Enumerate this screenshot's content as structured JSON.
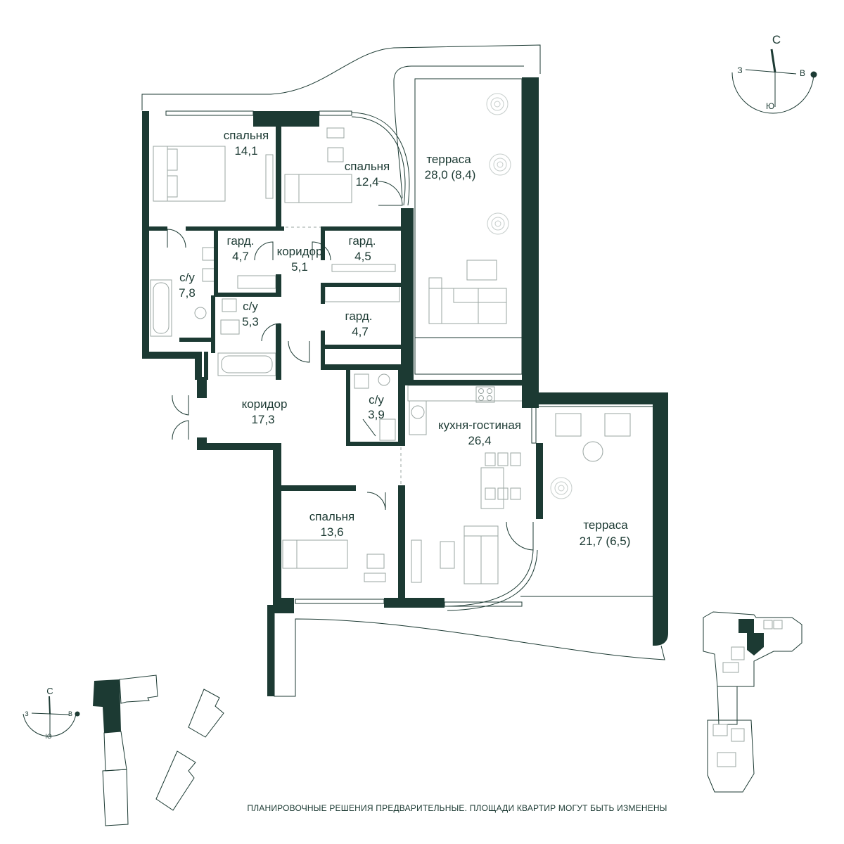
{
  "compass_main": {
    "north": "С",
    "west": "З",
    "east": "В",
    "south": "Ю"
  },
  "compass_small": {
    "north": "С",
    "west": "З",
    "east": "В",
    "south": "Ю"
  },
  "rooms": [
    {
      "id": "bedroom1",
      "name": "спальня",
      "area": "14,1"
    },
    {
      "id": "bedroom2",
      "name": "спальня",
      "area": "12,4"
    },
    {
      "id": "terrace1",
      "name": "терраса",
      "area": "28,0 (8,4)"
    },
    {
      "id": "wardrobe1",
      "name": "гард.",
      "area": "4,7"
    },
    {
      "id": "corridor1",
      "name": "коридор",
      "area": "5,1"
    },
    {
      "id": "wardrobe2",
      "name": "гард.",
      "area": "4,5"
    },
    {
      "id": "bath1",
      "name": "с/у",
      "area": "7,8"
    },
    {
      "id": "bath2",
      "name": "с/у",
      "area": "5,3"
    },
    {
      "id": "wardrobe3",
      "name": "гард.",
      "area": "4,7"
    },
    {
      "id": "corridor2",
      "name": "коридор",
      "area": "17,3"
    },
    {
      "id": "bath3",
      "name": "с/у",
      "area": "3,9"
    },
    {
      "id": "kitchen",
      "name": "кухня-гостиная",
      "area": "26,4"
    },
    {
      "id": "bedroom3",
      "name": "спальня",
      "area": "13,6"
    },
    {
      "id": "terrace2",
      "name": "терраса",
      "area": "21,7 (6,5)"
    }
  ],
  "disclaimer": "ПЛАНИРОВОЧНЫЕ РЕШЕНИЯ ПРЕДВАРИТЕЛЬНЫЕ. ПЛОЩАДИ КВАРТИР МОГУТ БЫТЬ ИЗМЕНЕНЫ",
  "colors": {
    "wall": "#1c3a33",
    "furniture": "#9aa5a2",
    "light": "#c6cdcb"
  }
}
